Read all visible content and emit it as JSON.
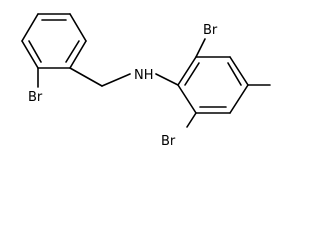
{
  "molecule": {
    "atoms": [
      {
        "name": "br-top-left",
        "label": "Br"
      },
      {
        "name": "nh",
        "label": "NH"
      },
      {
        "name": "br-top-right",
        "label": "Br"
      },
      {
        "name": "br-bottom-right",
        "label": "Br"
      }
    ]
  }
}
